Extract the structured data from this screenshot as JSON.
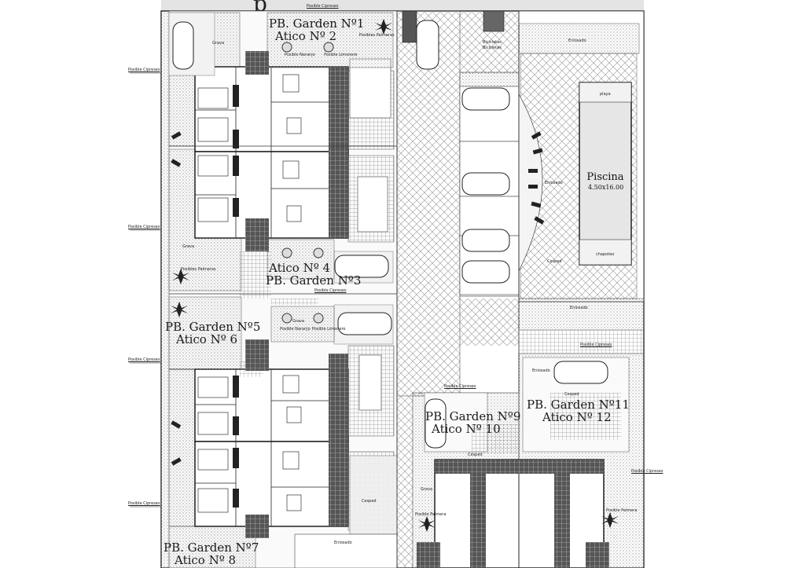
{
  "units": {
    "u1": [
      "PB. Garden Nº1",
      "Atico Nº 2"
    ],
    "u3": [
      "Atico Nº 4",
      "PB. Garden Nº3"
    ],
    "u5": [
      "PB. Garden Nº5",
      "Atico Nº 6"
    ],
    "u7": [
      "PB. Garden Nº7",
      "Atico Nº 8"
    ],
    "u9": [
      "PB. Garden Nº9",
      "Atico Nº 10"
    ],
    "u11": [
      "PB. Garden Nº11",
      "Atico Nº 12"
    ]
  },
  "pool": {
    "name": "Piscina",
    "dims": "4.50x16.00",
    "beach": "playa",
    "splash": "chapoteo",
    "lawn": "Cesped"
  },
  "notes": {
    "cypress": "Posible Cipreses",
    "gravel": "Grava",
    "paving": "Enlosado",
    "lawn": "Cesped",
    "palms": "Posibles Palmeras",
    "orange": "Posible Naranjo",
    "lemon": "Posible Limonero",
    "bicycles": "Bicicletas",
    "palm": "Posible Palmera"
  }
}
